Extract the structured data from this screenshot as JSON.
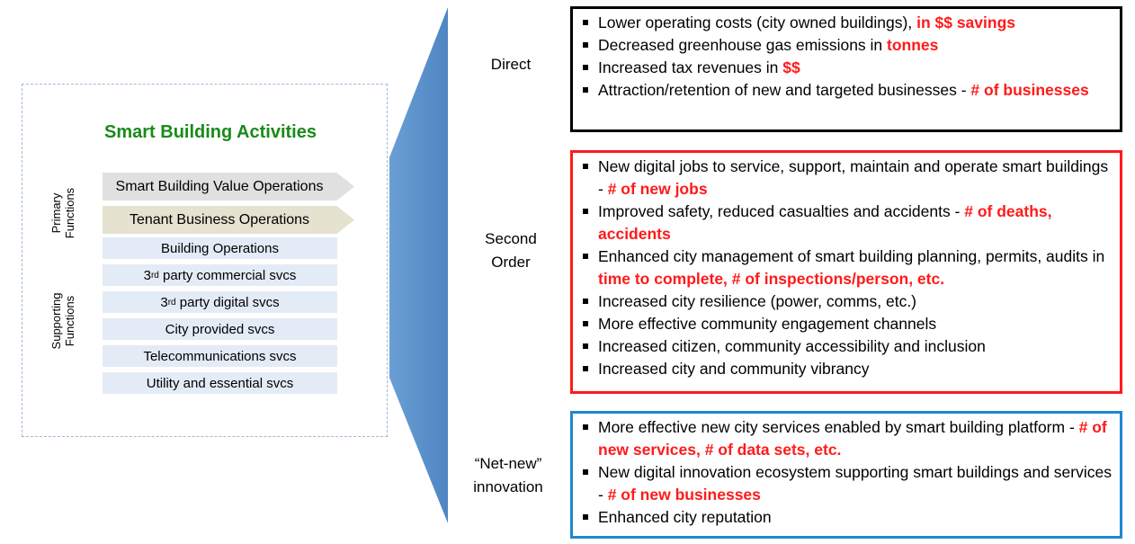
{
  "left_panel": {
    "title": "Smart Building Activities",
    "primary_label": [
      "Primary",
      "Functions"
    ],
    "supporting_label": [
      "Supporting",
      "Functions"
    ],
    "primary_items": [
      "Smart Building Value Operations",
      "Tenant Business Operations"
    ],
    "supporting_items": [
      {
        "pre": "",
        "sup": "",
        "text": "Building Operations"
      },
      {
        "pre": "3",
        "sup": "rd",
        "text": " party commercial svcs"
      },
      {
        "pre": "3",
        "sup": "rd",
        "text": " party digital svcs"
      },
      {
        "pre": "",
        "sup": "",
        "text": "City provided svcs"
      },
      {
        "pre": "",
        "sup": "",
        "text": "Telecommunications svcs"
      },
      {
        "pre": "",
        "sup": "",
        "text": "Utility and essential svcs"
      }
    ]
  },
  "colors": {
    "direct": "#000000",
    "second_order": "#ff1a1a",
    "net_new": "#1e88d0",
    "highlight": "#ff1a1a",
    "funnel": "#5b8fc7",
    "title": "#1a8a1a"
  },
  "categories": [
    {
      "label": "Direct",
      "items": [
        {
          "text": "Lower operating costs (city owned buildings), ",
          "metric": "in $$ savings"
        },
        {
          "text": "Decreased greenhouse gas emissions in ",
          "metric": "tonnes"
        },
        {
          "text": "Increased tax revenues in ",
          "metric": "$$"
        },
        {
          "text": "Attraction/retention of new and targeted businesses - ",
          "metric": "# of businesses"
        }
      ]
    },
    {
      "label": "Second Order",
      "items": [
        {
          "text": "New digital jobs to service, support, maintain and operate smart buildings - ",
          "metric": "# of new jobs"
        },
        {
          "text": "Improved safety, reduced casualties and accidents - ",
          "metric": "# of deaths, accidents"
        },
        {
          "text": "Enhanced city management of smart building planning, permits, audits in ",
          "metric": "time to complete, # of inspections/person, etc."
        },
        {
          "text": "Increased city resilience (power, comms, etc.)",
          "metric": ""
        },
        {
          "text": "More effective community engagement channels",
          "metric": ""
        },
        {
          "text": "Increased citizen, community accessibility and inclusion",
          "metric": ""
        },
        {
          "text": "Increased city and community vibrancy",
          "metric": ""
        }
      ]
    },
    {
      "label": "“Net-new” innovation",
      "items": [
        {
          "text": "More effective new city services enabled by smart building platform - ",
          "metric": "# of new services, # of data sets, etc."
        },
        {
          "text": "New digital innovation ecosystem supporting smart buildings and services - ",
          "metric": "# of new businesses"
        },
        {
          "text": "Enhanced city reputation",
          "metric": ""
        }
      ]
    }
  ]
}
